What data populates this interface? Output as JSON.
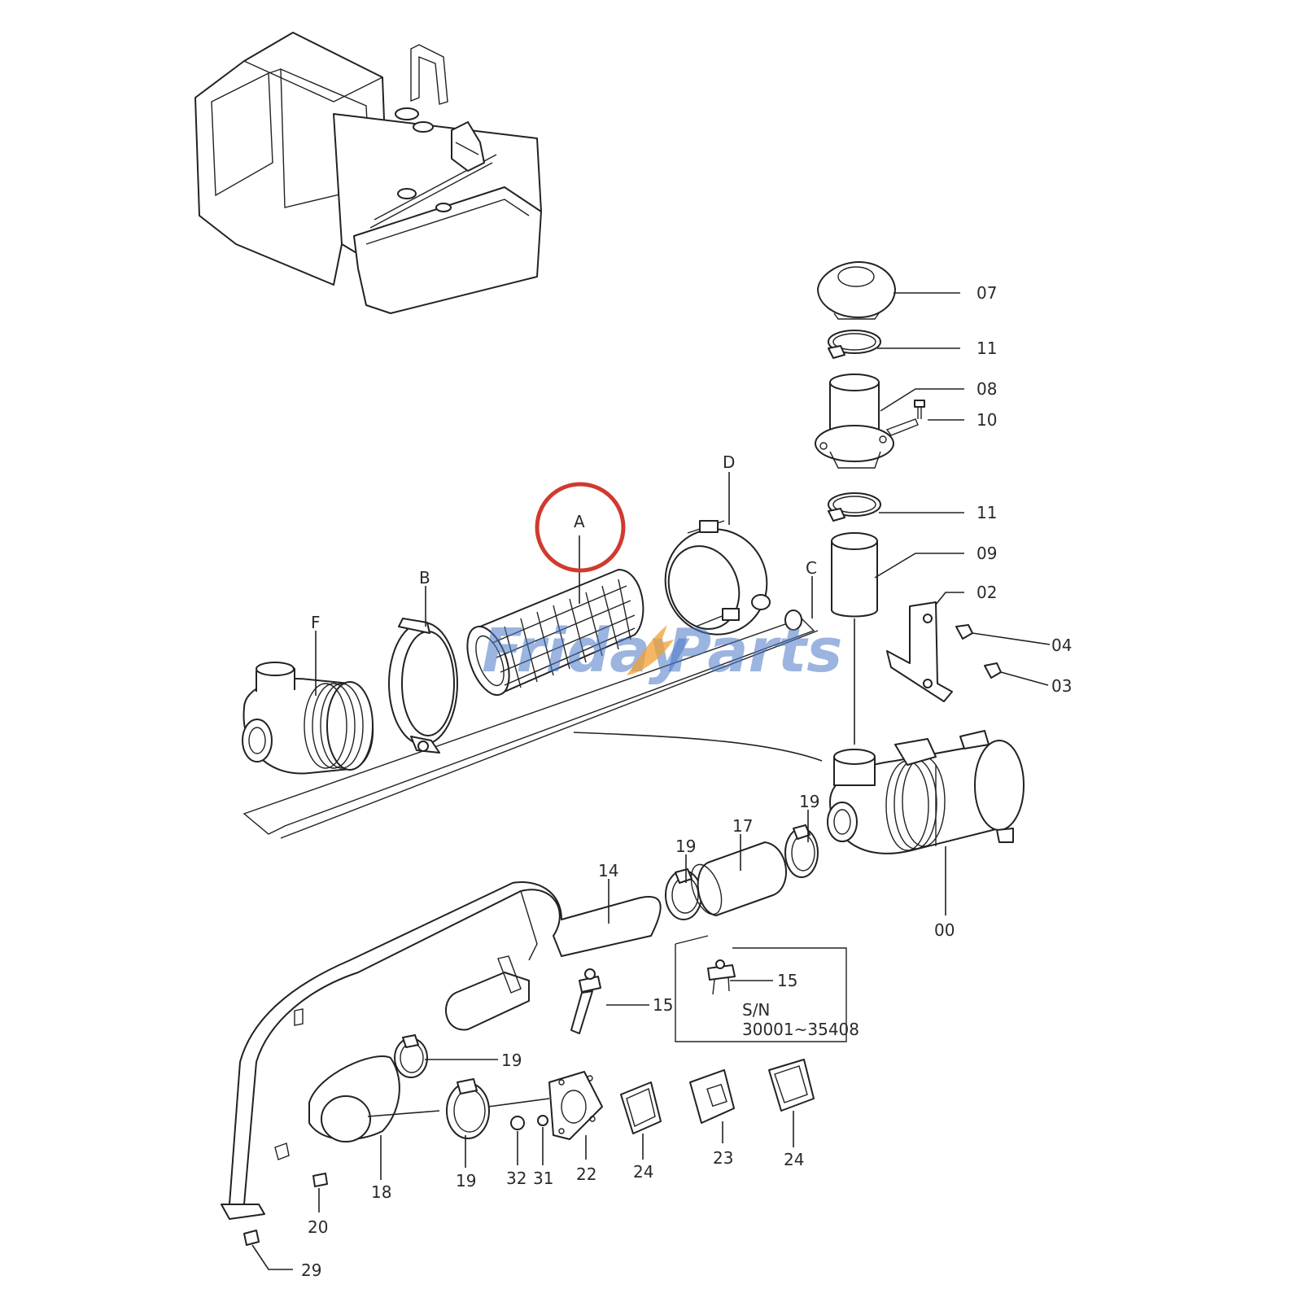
{
  "labels": {
    "l07": "07",
    "l11a": "11",
    "l08": "08",
    "l10": "10",
    "l11b": "11",
    "l09": "09",
    "l02": "02",
    "l04": "04",
    "l03": "03",
    "lD": "D",
    "lA": "A",
    "lC": "C",
    "lB": "B",
    "lF": "F",
    "l19a": "19",
    "l17": "17",
    "l19b": "19",
    "l14": "14",
    "l00": "00",
    "l15a": "15",
    "l15b": "15",
    "sn": "S/N",
    "serial": "30001~35408",
    "l19c": "19",
    "l19d": "19",
    "l18": "18",
    "l32": "32",
    "l31": "31",
    "l22": "22",
    "l24a": "24",
    "l23": "23",
    "l24b": "24",
    "l20": "20",
    "l29": "29"
  },
  "watermark": {
    "part1": "Friday",
    "part2": "Parts",
    "color_text": "#4a78c8",
    "color_accent": "#f0a030"
  },
  "highlight": {
    "target": "A",
    "color": "#d03a2e"
  }
}
